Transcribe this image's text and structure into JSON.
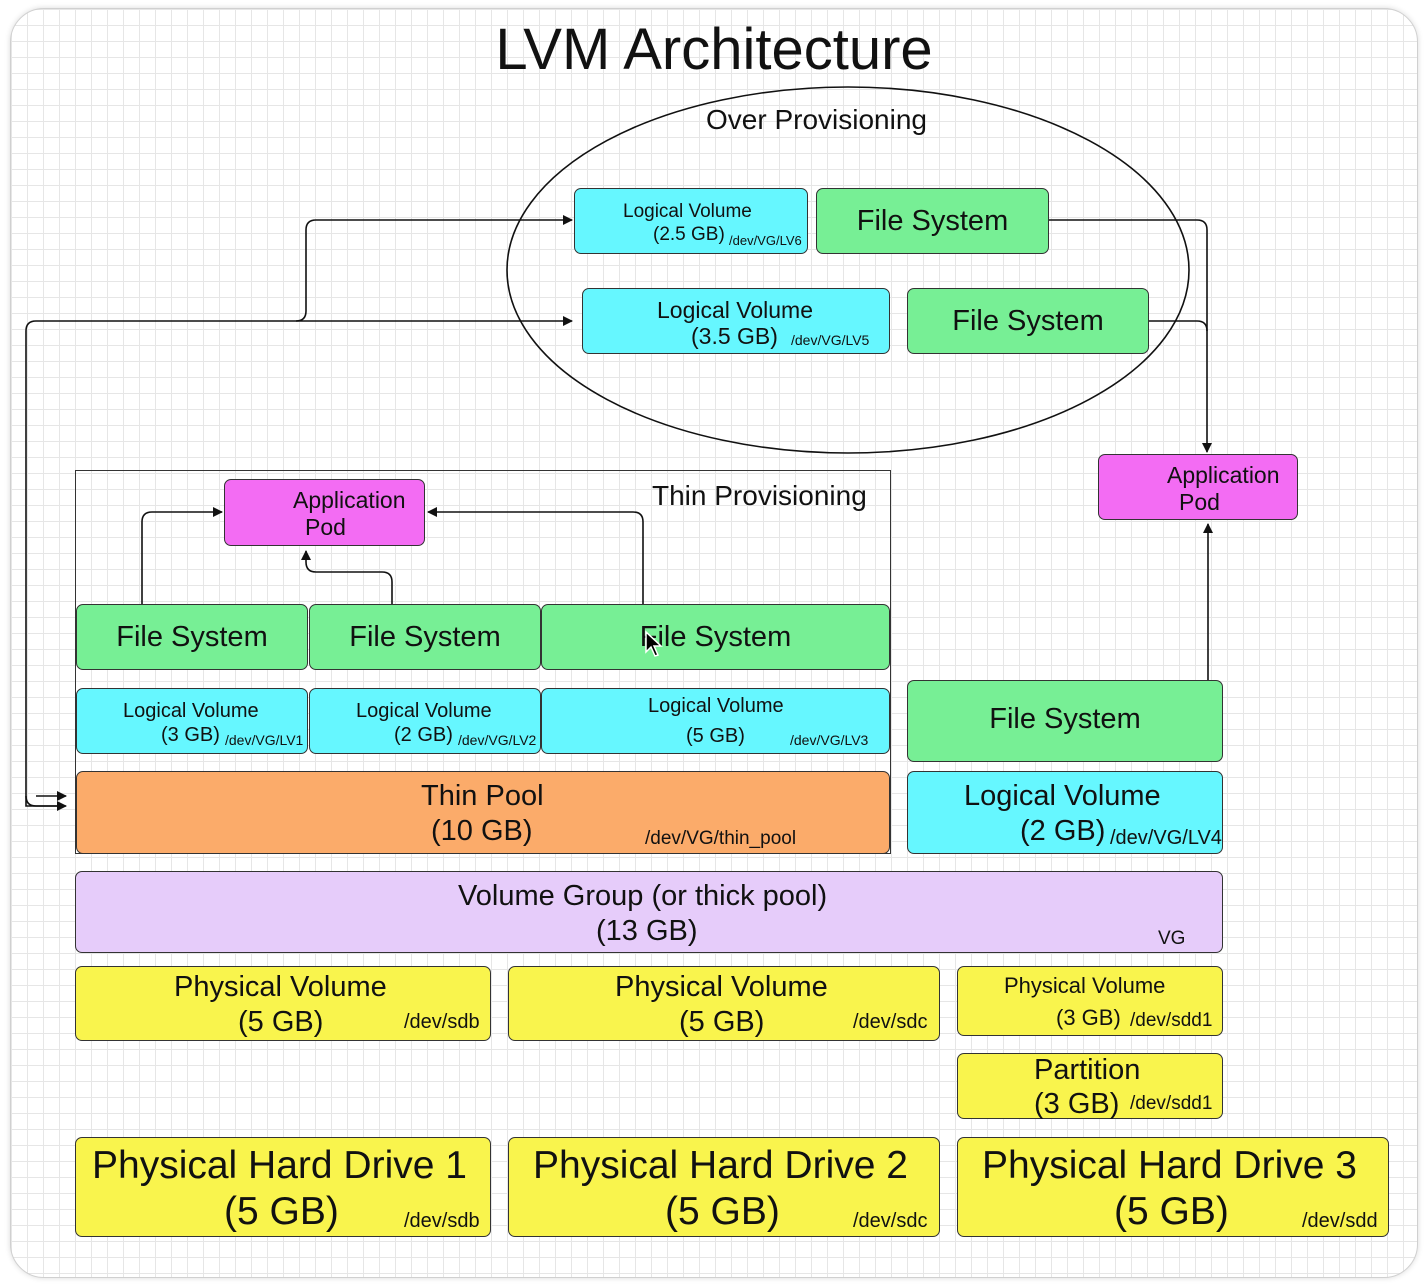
{
  "diagram": {
    "title": "LVM Architecture",
    "over_provisioning": {
      "label": "Over Provisioning",
      "lv6": {
        "name": "Logical Volume",
        "size": "(2.5 GB)",
        "path": "/dev/VG/LV6"
      },
      "lv5": {
        "name": "Logical Volume",
        "size": "(3.5 GB)",
        "path": "/dev/VG/LV5"
      },
      "fs_top": "File System",
      "fs_bottom": "File System"
    },
    "thin_provisioning": {
      "label": "Thin Provisioning",
      "app_pod": "Application\nPod",
      "fs": [
        "File System",
        "File System",
        "File System"
      ],
      "lv1": {
        "name": "Logical Volume",
        "size": "(3 GB)",
        "path": "/dev/VG/LV1"
      },
      "lv2": {
        "name": "Logical Volume",
        "size": "(2 GB)",
        "path": "/dev/VG/LV2"
      },
      "lv3": {
        "name": "Logical Volume",
        "size": "(5 GB)",
        "path": "/dev/VG/LV3"
      },
      "thin_pool": {
        "name": "Thin Pool",
        "size": "(10 GB)",
        "path": "/dev/VG/thin_pool"
      }
    },
    "right_stack": {
      "app_pod": "Application\nPod",
      "fs": "File System",
      "lv4": {
        "name": "Logical Volume",
        "size": "(2 GB)",
        "path": "/dev/VG/LV4"
      }
    },
    "volume_group": {
      "name": "Volume Group (or thick pool)",
      "size": "(13 GB)",
      "path": "VG"
    },
    "physical_volumes": [
      {
        "name": "Physical Volume",
        "size": "(5 GB)",
        "path": "/dev/sdb"
      },
      {
        "name": "Physical Volume",
        "size": "(5 GB)",
        "path": "/dev/sdc"
      },
      {
        "name": "Physical Volume",
        "size": "(3 GB)",
        "path": "/dev/sdd1"
      }
    ],
    "partition": {
      "name": "Partition",
      "size": "(3 GB)",
      "path": "/dev/sdd1"
    },
    "hard_drives": [
      {
        "name": "Physical Hard Drive 1",
        "size": "(5 GB)",
        "path": "/dev/sdb"
      },
      {
        "name": "Physical Hard Drive 2",
        "size": "(5 GB)",
        "path": "/dev/sdc"
      },
      {
        "name": "Physical Hard Drive 3",
        "size": "(5 GB)",
        "path": "/dev/sdd"
      }
    ],
    "colors": {
      "logical_volume": "#66f7ff",
      "file_system": "#77ef95",
      "application_pod": "#f36cf3",
      "thin_pool": "#fbab6a",
      "volume_group": "#e6ccfa",
      "physical": "#f9f44d"
    }
  }
}
